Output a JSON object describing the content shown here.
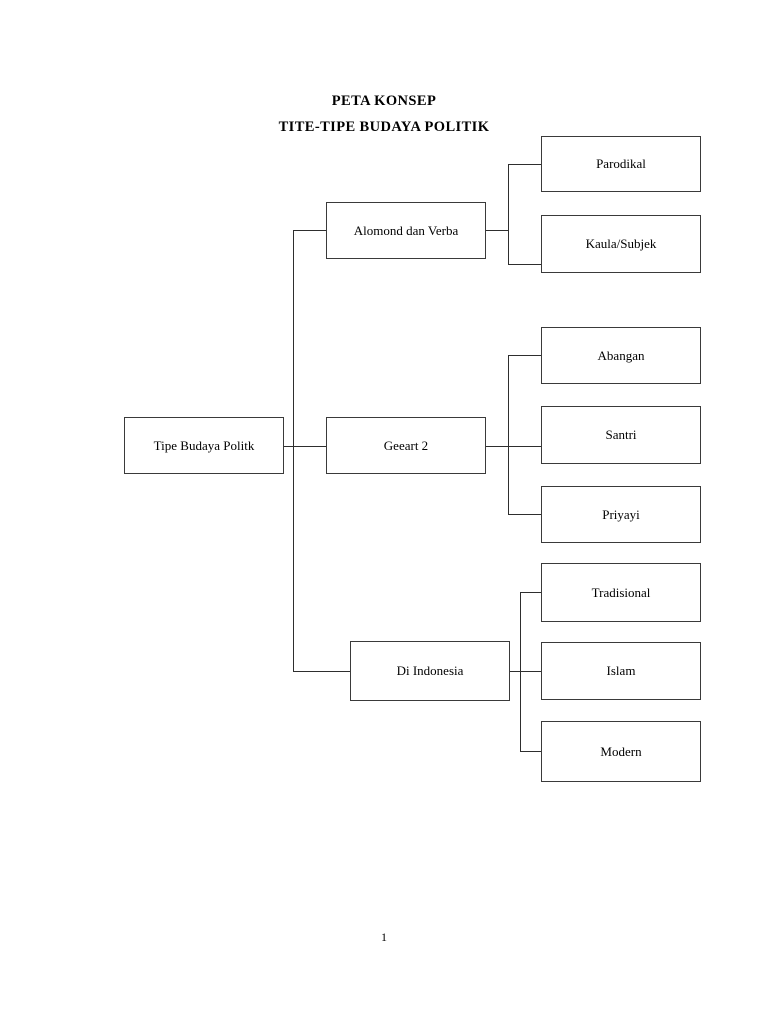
{
  "document": {
    "title_line_1": "PETA KONSEP",
    "title_line_2": "TITE-TIPE BUDAYA POLITIK",
    "page_number": "1"
  },
  "chart_data": {
    "type": "diagram",
    "diagram_kind": "concept-map-tree",
    "orientation": "left-to-right",
    "title": "PETA KONSEP TITE-TIPE BUDAYA POLITIK",
    "root": "Tipe Budaya Politk",
    "levels": 3,
    "nodes": [
      {
        "id": "root",
        "label": "Tipe Budaya Politk",
        "level": 0
      },
      {
        "id": "mid1",
        "label": "Alomond dan Verba",
        "level": 1,
        "parent": "root"
      },
      {
        "id": "mid2",
        "label": "Geeart 2",
        "level": 1,
        "parent": "root"
      },
      {
        "id": "mid3",
        "label": "Di Indonesia",
        "level": 1,
        "parent": "root"
      },
      {
        "id": "leaf1",
        "label": "Parodikal",
        "level": 2,
        "parent": "mid1"
      },
      {
        "id": "leaf2",
        "label": "Kaula/Subjek",
        "level": 2,
        "parent": "mid1"
      },
      {
        "id": "leaf3",
        "label": "Abangan",
        "level": 2,
        "parent": "mid2"
      },
      {
        "id": "leaf4",
        "label": "Santri",
        "level": 2,
        "parent": "mid2"
      },
      {
        "id": "leaf5",
        "label": "Priyayi",
        "level": 2,
        "parent": "mid2"
      },
      {
        "id": "leaf6",
        "label": "Tradisional",
        "level": 2,
        "parent": "mid3"
      },
      {
        "id": "leaf7",
        "label": "Islam",
        "level": 2,
        "parent": "mid3"
      },
      {
        "id": "leaf8",
        "label": "Modern",
        "level": 2,
        "parent": "mid3"
      }
    ],
    "edges": [
      {
        "from": "root",
        "to": "mid1"
      },
      {
        "from": "root",
        "to": "mid2"
      },
      {
        "from": "root",
        "to": "mid3"
      },
      {
        "from": "mid1",
        "to": "leaf1"
      },
      {
        "from": "mid1",
        "to": "leaf2"
      },
      {
        "from": "mid2",
        "to": "leaf3"
      },
      {
        "from": "mid2",
        "to": "leaf4"
      },
      {
        "from": "mid2",
        "to": "leaf5"
      },
      {
        "from": "mid3",
        "to": "leaf6"
      },
      {
        "from": "mid3",
        "to": "leaf7"
      },
      {
        "from": "mid3",
        "to": "leaf8"
      }
    ],
    "style": {
      "box_fill": "#ffffff",
      "box_border": "#3a3a3a",
      "connector_color": "#2e2e2e",
      "text_color": "#000000",
      "page_background": "#ffffff"
    }
  }
}
